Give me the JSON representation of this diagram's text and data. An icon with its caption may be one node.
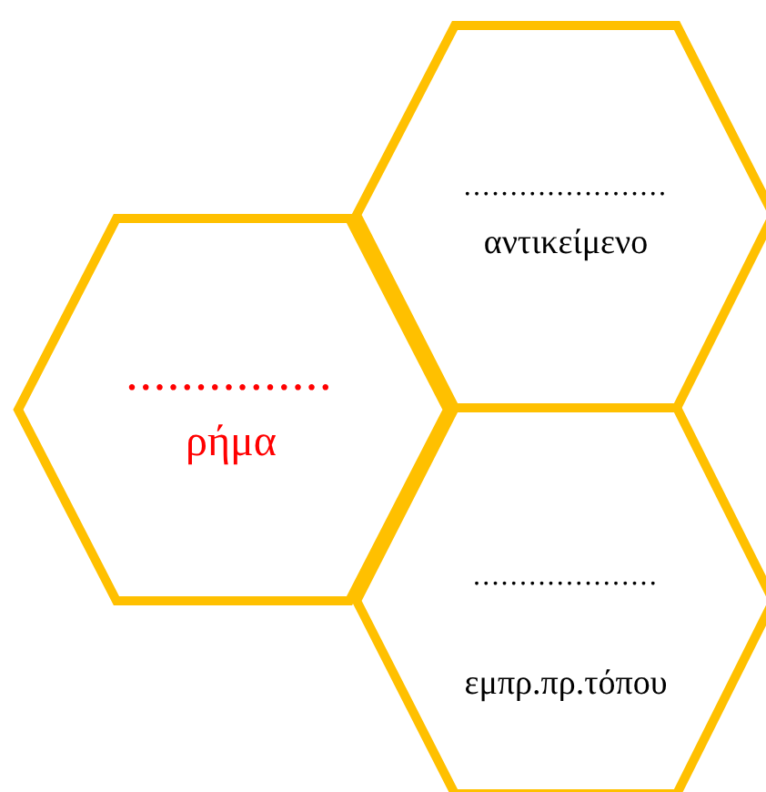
{
  "diagram": {
    "nodes": [
      {
        "text": [
          "...............",
          "ρήμα"
        ]
      },
      {
        "text": [
          "......................",
          "αντικείμενο"
        ]
      },
      {
        "text": [
          "....................",
          "εμπρ.πρ.τόπου"
        ]
      }
    ],
    "edges": []
  }
}
